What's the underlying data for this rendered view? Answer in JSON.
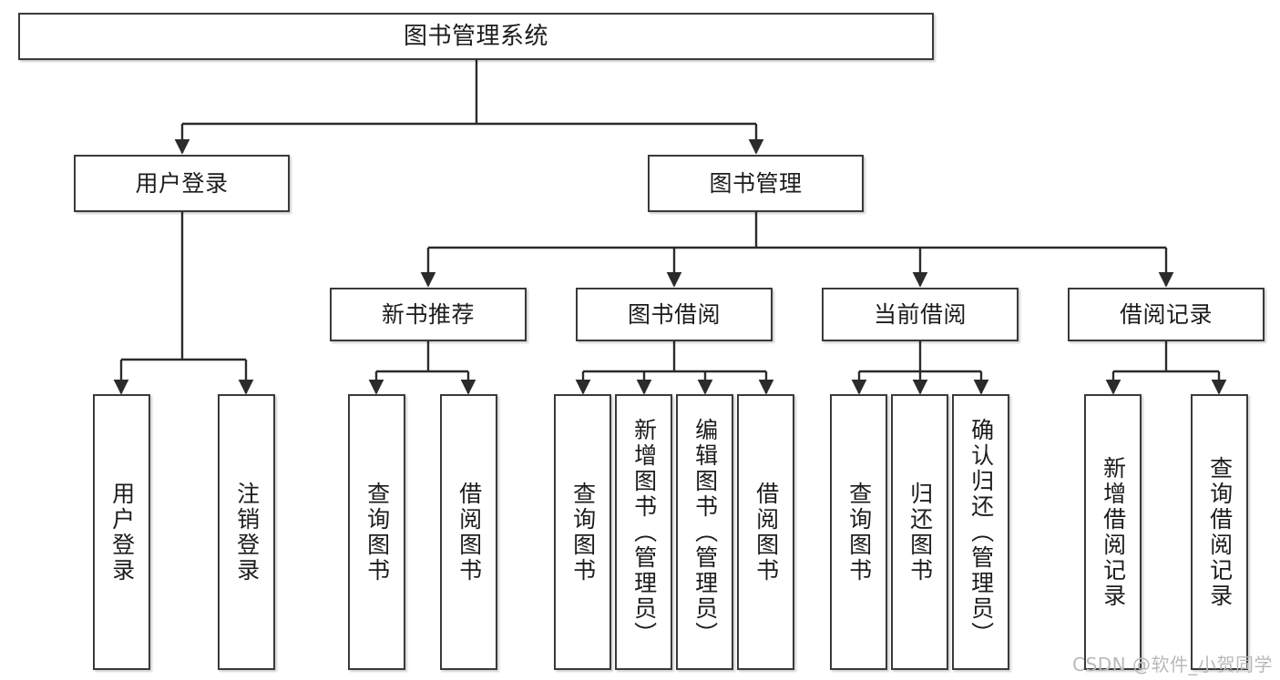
{
  "diagram": {
    "type": "tree",
    "title": "图书管理系统",
    "orientation": "top-down",
    "colors": {
      "node_border": "#3a3a3a",
      "node_fill": "#ffffff",
      "edge": "#2b2b2b",
      "text": "#1c1c1c",
      "background": "#ffffff",
      "watermark": "#b9b9b9"
    },
    "levels": {
      "root": {
        "label": "图书管理系统"
      },
      "level2": [
        {
          "id": "user-login",
          "label": "用户登录"
        },
        {
          "id": "book-management",
          "label": "图书管理"
        }
      ],
      "level3": [
        {
          "id": "new-book-recommend",
          "label": "新书推荐",
          "parent": "book-management"
        },
        {
          "id": "book-borrow",
          "label": "图书借阅",
          "parent": "book-management"
        },
        {
          "id": "current-borrow",
          "label": "当前借阅",
          "parent": "book-management"
        },
        {
          "id": "borrow-record",
          "label": "借阅记录",
          "parent": "book-management"
        }
      ],
      "leaves": [
        {
          "id": "leaf-user-login",
          "label": "用户登录",
          "parent": "user-login"
        },
        {
          "id": "leaf-user-logout",
          "label": "注销登录",
          "parent": "user-login"
        },
        {
          "id": "leaf-query-book-1",
          "label": "查询图书",
          "parent": "new-book-recommend"
        },
        {
          "id": "leaf-borrow-book-1",
          "label": "借阅图书",
          "parent": "new-book-recommend"
        },
        {
          "id": "leaf-query-book-2",
          "label": "查询图书",
          "parent": "book-borrow"
        },
        {
          "id": "leaf-add-book",
          "label": "新增图书（管理员）",
          "parent": "book-borrow"
        },
        {
          "id": "leaf-edit-book",
          "label": "编辑图书（管理员）",
          "parent": "book-borrow"
        },
        {
          "id": "leaf-borrow-book-2",
          "label": "借阅图书",
          "parent": "book-borrow"
        },
        {
          "id": "leaf-query-book-3",
          "label": "查询图书",
          "parent": "current-borrow"
        },
        {
          "id": "leaf-return-book",
          "label": "归还图书",
          "parent": "current-borrow"
        },
        {
          "id": "leaf-confirm-return",
          "label": "确认归还（管理员）",
          "parent": "current-borrow"
        },
        {
          "id": "leaf-add-record",
          "label": "新增借阅记录",
          "parent": "borrow-record"
        },
        {
          "id": "leaf-query-record",
          "label": "查询借阅记录",
          "parent": "borrow-record"
        }
      ]
    }
  },
  "watermark": {
    "text": "CSDN @软件_小贺同学"
  }
}
